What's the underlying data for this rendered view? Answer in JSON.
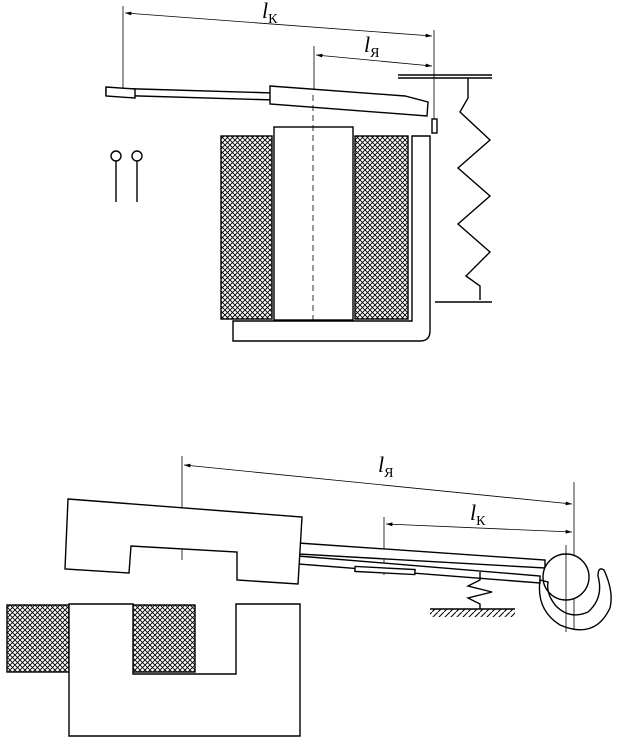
{
  "figure_top": {
    "label_lk": {
      "main": "l",
      "sub": "К"
    },
    "label_lya": {
      "main": "l",
      "sub": "Я"
    }
  },
  "figure_bottom": {
    "label_lya": {
      "main": "l",
      "sub": "Я"
    },
    "label_lk": {
      "main": "l",
      "sub": "К"
    }
  },
  "colors": {
    "stroke": "#000000",
    "background": "#ffffff"
  }
}
